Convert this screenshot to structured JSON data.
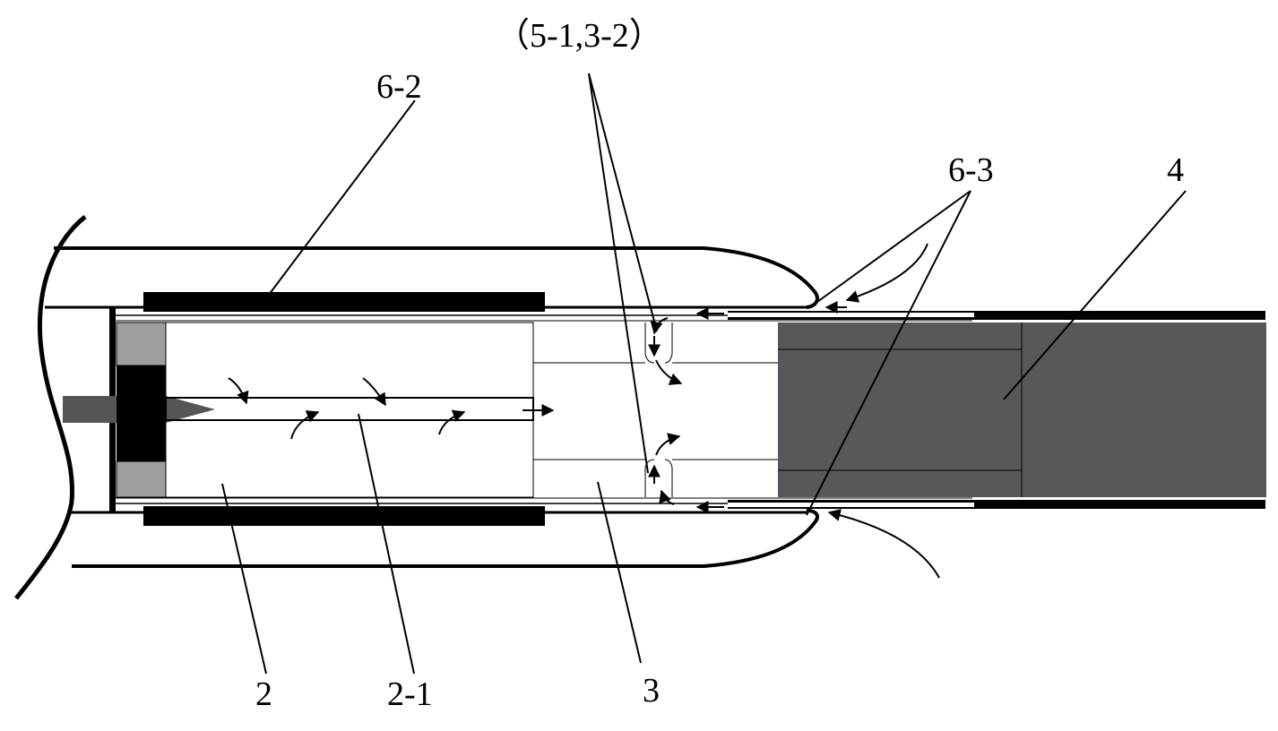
{
  "labels": {
    "assembly_5_1_3_2": "（5-1,3-2）",
    "part_6_2": "6-2",
    "part_6_3": "6-3",
    "part_4": "4",
    "part_2": "2",
    "part_2_1": "2-1",
    "part_3": "3"
  },
  "colors": {
    "line": "#000000",
    "background": "#ffffff",
    "dark_block": "#58575c",
    "grey_block": "#9e9e9e",
    "light_grey": "#c8c8c8"
  }
}
